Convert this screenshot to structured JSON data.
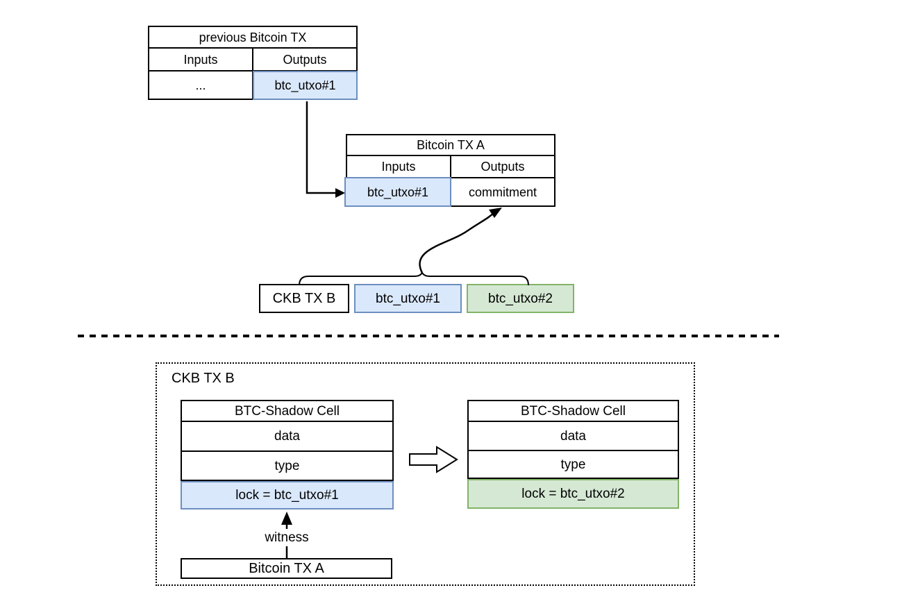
{
  "colors": {
    "blue_fill": "#dae8fc",
    "blue_border": "#6c8ebf",
    "green_fill": "#d5e8d4",
    "green_border": "#82b366",
    "line": "#000000",
    "background": "#ffffff"
  },
  "top_section": {
    "prev_tx_table": {
      "title": "previous Bitcoin TX",
      "col_inputs": "Inputs",
      "col_outputs": "Outputs",
      "inputs_value": "...",
      "outputs_value": "btc_utxo#1"
    },
    "tx_a_table": {
      "title": "Bitcoin TX A",
      "col_inputs": "Inputs",
      "col_outputs": "Outputs",
      "inputs_value": "btc_utxo#1",
      "outputs_value": "commitment"
    },
    "ckb_row": {
      "label": "CKB TX B",
      "utxo1": "btc_utxo#1",
      "utxo2": "btc_utxo#2"
    }
  },
  "bottom_section": {
    "container_label": "CKB TX B",
    "left_cell": {
      "title": "BTC-Shadow Cell",
      "rows": [
        "data",
        "type",
        "lock = btc_utxo#1"
      ]
    },
    "right_cell": {
      "title": "BTC-Shadow Cell",
      "rows": [
        "data",
        "type",
        "lock = btc_utxo#2"
      ]
    },
    "witness_label": "witness",
    "btc_tx_box_label": "Bitcoin TX A"
  }
}
